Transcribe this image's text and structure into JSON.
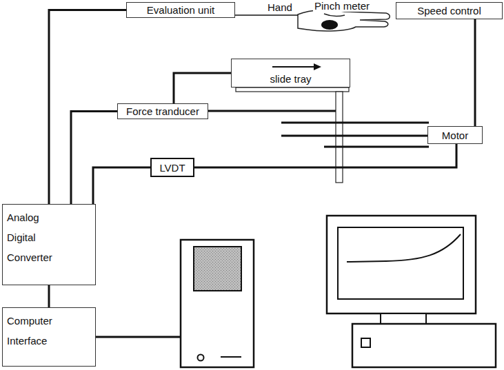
{
  "diagram": {
    "nodes": [
      {
        "text": [
          "Evaluation unit"
        ]
      },
      {
        "text": [
          "Speed control"
        ]
      },
      {
        "text": [
          "slide tray"
        ]
      },
      {
        "text": [
          "Force tranducer"
        ]
      },
      {
        "text": [
          "Motor"
        ]
      },
      {
        "text": [
          "LVDT"
        ]
      },
      {
        "text": [
          "Analog Digital Converter"
        ]
      },
      {
        "text": [
          "Computer Interface"
        ]
      }
    ],
    "edges": [
      {
        "from": 6,
        "to": 0,
        "arrow": "none"
      },
      {
        "from": 6,
        "to": 3,
        "arrow": "none"
      },
      {
        "from": 6,
        "to": 5,
        "arrow": "none"
      },
      {
        "from": 3,
        "to": 2,
        "arrow": "none"
      },
      {
        "from": 1,
        "to": 4,
        "arrow": "none"
      },
      {
        "from": 5,
        "to": 4,
        "arrow": "none"
      },
      {
        "from": 6,
        "to": 7,
        "arrow": "none"
      }
    ],
    "labels": [
      "Pinch meter",
      "Hand"
    ]
  }
}
